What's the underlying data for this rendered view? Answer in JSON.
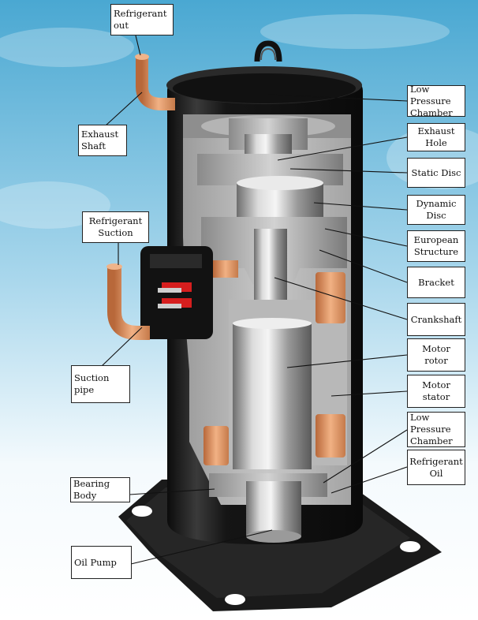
{
  "background": {
    "top": "#4aa8d2",
    "bottom": "#ffffff"
  },
  "body_color": "#1c1c1c",
  "copper_color": "#d98a55",
  "labels": {
    "refrigerant_out": "Refrigerant\nout",
    "exhaust_shaft": "Exhaust\nShaft",
    "refrigerant_suction": "Refrigerant\nSuction",
    "suction_pipe": "Suction\npipe",
    "bearing_body": "Bearing Body",
    "oil_pump": "Oil Pump",
    "low_pressure_chamber_top": "Low Pressure\nChamber",
    "exhaust_hole": "Exhaust Hole",
    "static_disc": "Static Disc",
    "dynamic_disc": "Dynamic Disc",
    "european_structure": "European\nStructure",
    "bracket": "Bracket",
    "crankshaft": "Crankshaft",
    "motor_rotor": "Motor rotor",
    "motor_stator": "Motor stator",
    "low_pressure_chamber_bottom": "Low Pressure\nChamber",
    "refrigerant_oil": "Refrigerant\nOil"
  }
}
